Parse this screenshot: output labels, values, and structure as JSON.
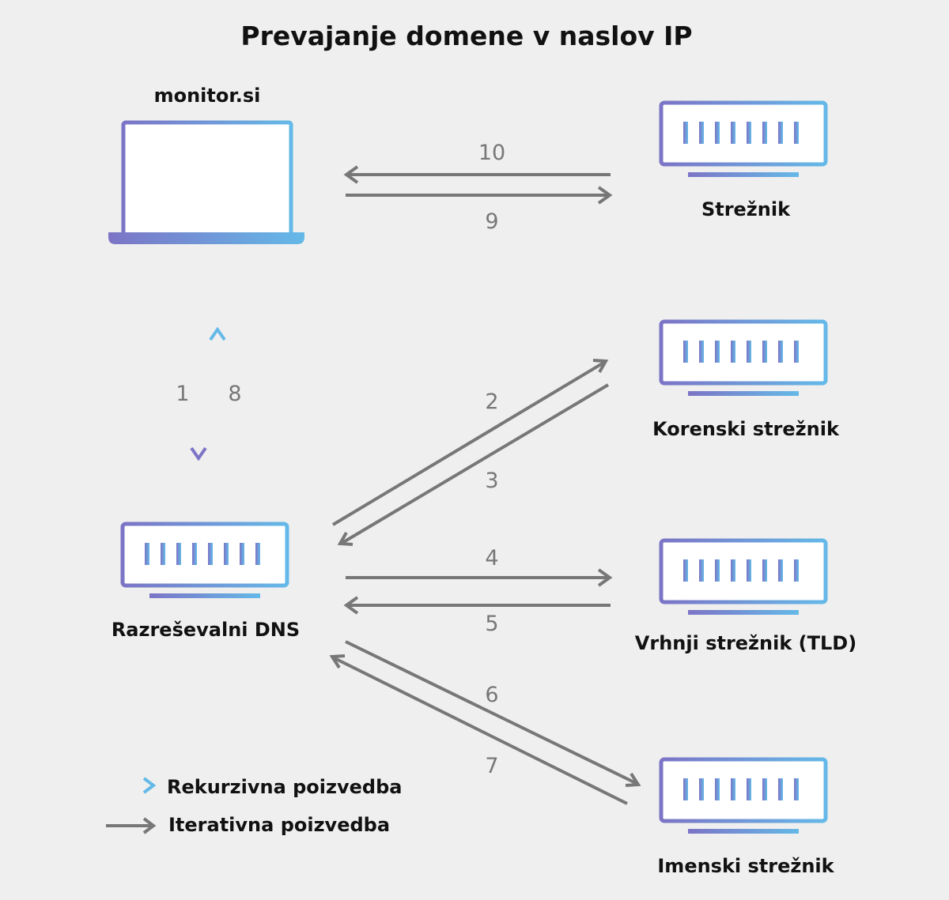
{
  "title": "Prevajanje domene v naslov IP",
  "client": {
    "label": "monitor.si"
  },
  "nodes": {
    "web_server": "Strežnik",
    "root_server": "Korenski strežnik",
    "tld_server": "Vrhnji strežnik (TLD)",
    "name_server": "Imenski strežnik",
    "resolver": "Razreševalni DNS"
  },
  "steps": {
    "s1": "1",
    "s2": "2",
    "s3": "3",
    "s4": "4",
    "s5": "5",
    "s6": "6",
    "s7": "7",
    "s8": "8",
    "s9": "9",
    "s10": "10"
  },
  "legend": {
    "recursive": "Rekurzivna poizvedba",
    "iterative": "Iterativna poizvedba"
  },
  "colors": {
    "gradient_start": "#7c74c6",
    "gradient_end": "#64b9e8",
    "iterative_arrow": "#777777",
    "background": "#efefef"
  }
}
